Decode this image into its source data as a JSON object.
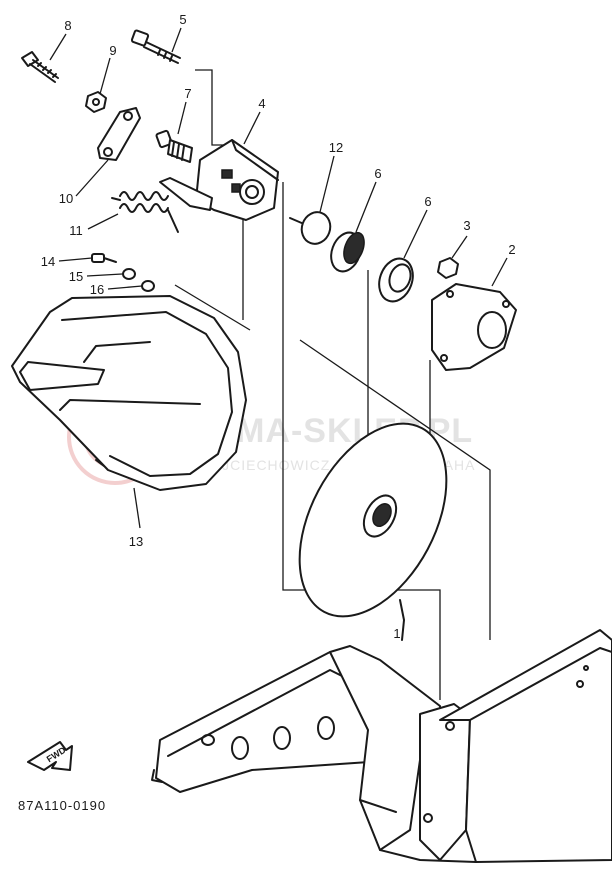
{
  "callouts": [
    {
      "id": "c1",
      "label": "1"
    },
    {
      "id": "c2",
      "label": "2"
    },
    {
      "id": "c3",
      "label": "3"
    },
    {
      "id": "c4",
      "label": "4"
    },
    {
      "id": "c5",
      "label": "5"
    },
    {
      "id": "c6a",
      "label": "6"
    },
    {
      "id": "c6b",
      "label": "6"
    },
    {
      "id": "c7",
      "label": "7"
    },
    {
      "id": "c8",
      "label": "8"
    },
    {
      "id": "c9",
      "label": "9"
    },
    {
      "id": "c10",
      "label": "10"
    },
    {
      "id": "c11",
      "label": "11"
    },
    {
      "id": "c12",
      "label": "12"
    },
    {
      "id": "c13",
      "label": "13"
    },
    {
      "id": "c14",
      "label": "14"
    },
    {
      "id": "c15",
      "label": "15"
    },
    {
      "id": "c16",
      "label": "16"
    }
  ],
  "watermark": {
    "main": "YAMA-SKLEP.PL",
    "sub": "WOJCIECHOWICZ | DEALER YAMAHA",
    "logo_color": "#e8a0a0"
  },
  "diagram_code": "87A110-0190",
  "fwd_label": "FWD"
}
